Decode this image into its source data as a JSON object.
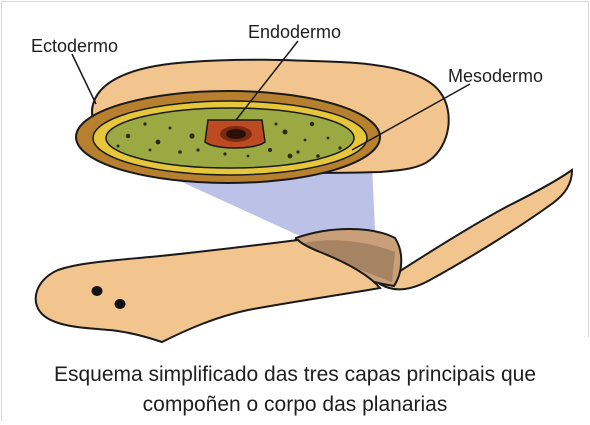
{
  "labels": {
    "ectodermo": "Ectodermo",
    "endodermo": "Endodermo",
    "mesodermo": "Mesodermo"
  },
  "caption": {
    "line1": "Esquema simplificado das tres capas principais que",
    "line2": "compoñen o corpo das planarias"
  },
  "colors": {
    "body_tan": "#f2c48e",
    "ectoderm_brown": "#b7802e",
    "mesoderm_yellow": "#e6c63a",
    "parenchyma_green": "#9aa941",
    "endoderm_red": "#bd4b21",
    "projection_blue": "#9ea6dd"
  }
}
